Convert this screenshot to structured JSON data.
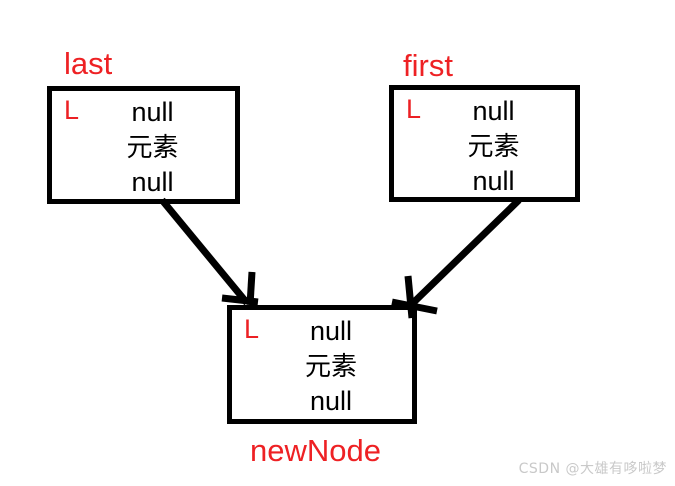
{
  "diagram": {
    "title": "Doubly linked list node insertion diagram",
    "colors": {
      "stroke": "#000000",
      "label_red": "#ee2124",
      "field_red": "#ec2024",
      "background": "#ffffff",
      "watermark": "#c9c9c9"
    },
    "nodes": [
      {
        "id": "last",
        "label": "last",
        "pointer_field": "L",
        "lines": [
          "null",
          "元素",
          "null"
        ],
        "label_position": "above-left"
      },
      {
        "id": "first",
        "label": "first",
        "pointer_field": "L",
        "lines": [
          "null",
          "元素",
          "null"
        ],
        "label_position": "above-left"
      },
      {
        "id": "newNode",
        "label": "newNode",
        "pointer_field": "L",
        "lines": [
          "null",
          "元素",
          "null"
        ],
        "label_position": "below-center"
      }
    ],
    "arrows": [
      {
        "id": "last-to-newnode",
        "from": "last",
        "to": "newNode",
        "direction": "down-right"
      },
      {
        "id": "first-to-newnode",
        "from": "first",
        "to": "newNode",
        "direction": "down-left"
      }
    ]
  },
  "watermark": {
    "text": "CSDN @大雄有哆啦梦"
  }
}
